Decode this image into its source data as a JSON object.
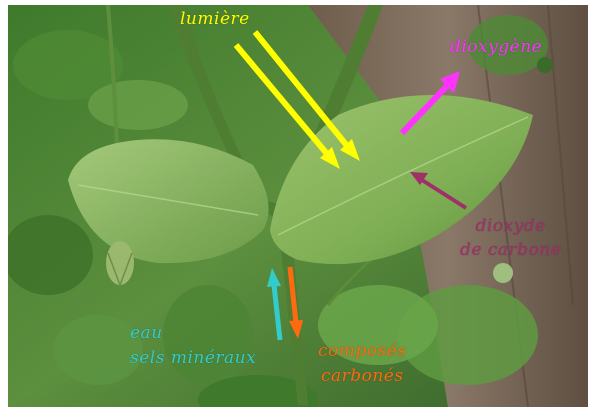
{
  "labels": {
    "lumiere": {
      "text": "lumière",
      "color": "#ffff00"
    },
    "dioxygene": {
      "text": "dioxygène",
      "color": "#ff33ff"
    },
    "dioxyde_carbone": {
      "line1": "dioxyde",
      "line2": "de carbone",
      "color": "#a0306a"
    },
    "eau_sels": {
      "line1": "eau",
      "line2": "sels minéraux",
      "color": "#33cccc"
    },
    "composes_carbones": {
      "line1": "composés",
      "line2": "carbonés",
      "color": "#ff6a10"
    }
  }
}
